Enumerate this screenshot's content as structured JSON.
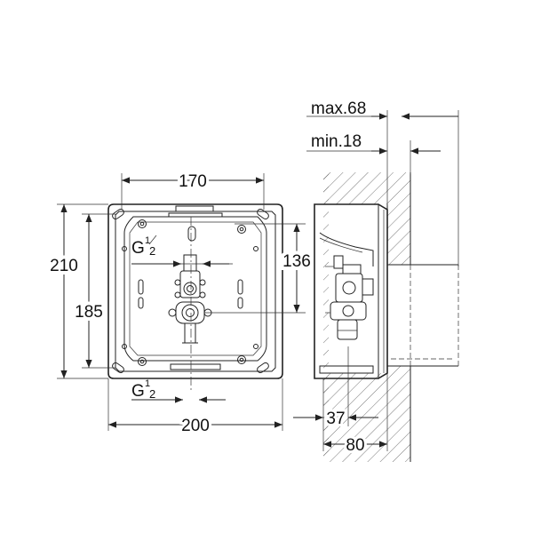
{
  "front_view": {
    "dim_width_top": "170",
    "dim_width_bottom": "200",
    "dim_height_outer": "210",
    "dim_height_inner": "185",
    "dim_height_right": "136",
    "thread_top": {
      "base": "G",
      "num": "1",
      "den": "2"
    },
    "thread_bottom": {
      "base": "G",
      "num": "1",
      "den": "2"
    }
  },
  "side_view": {
    "dim_max_depth": "max.68",
    "dim_min_depth": "min.18",
    "dim_offset": "37",
    "dim_depth": "80"
  }
}
